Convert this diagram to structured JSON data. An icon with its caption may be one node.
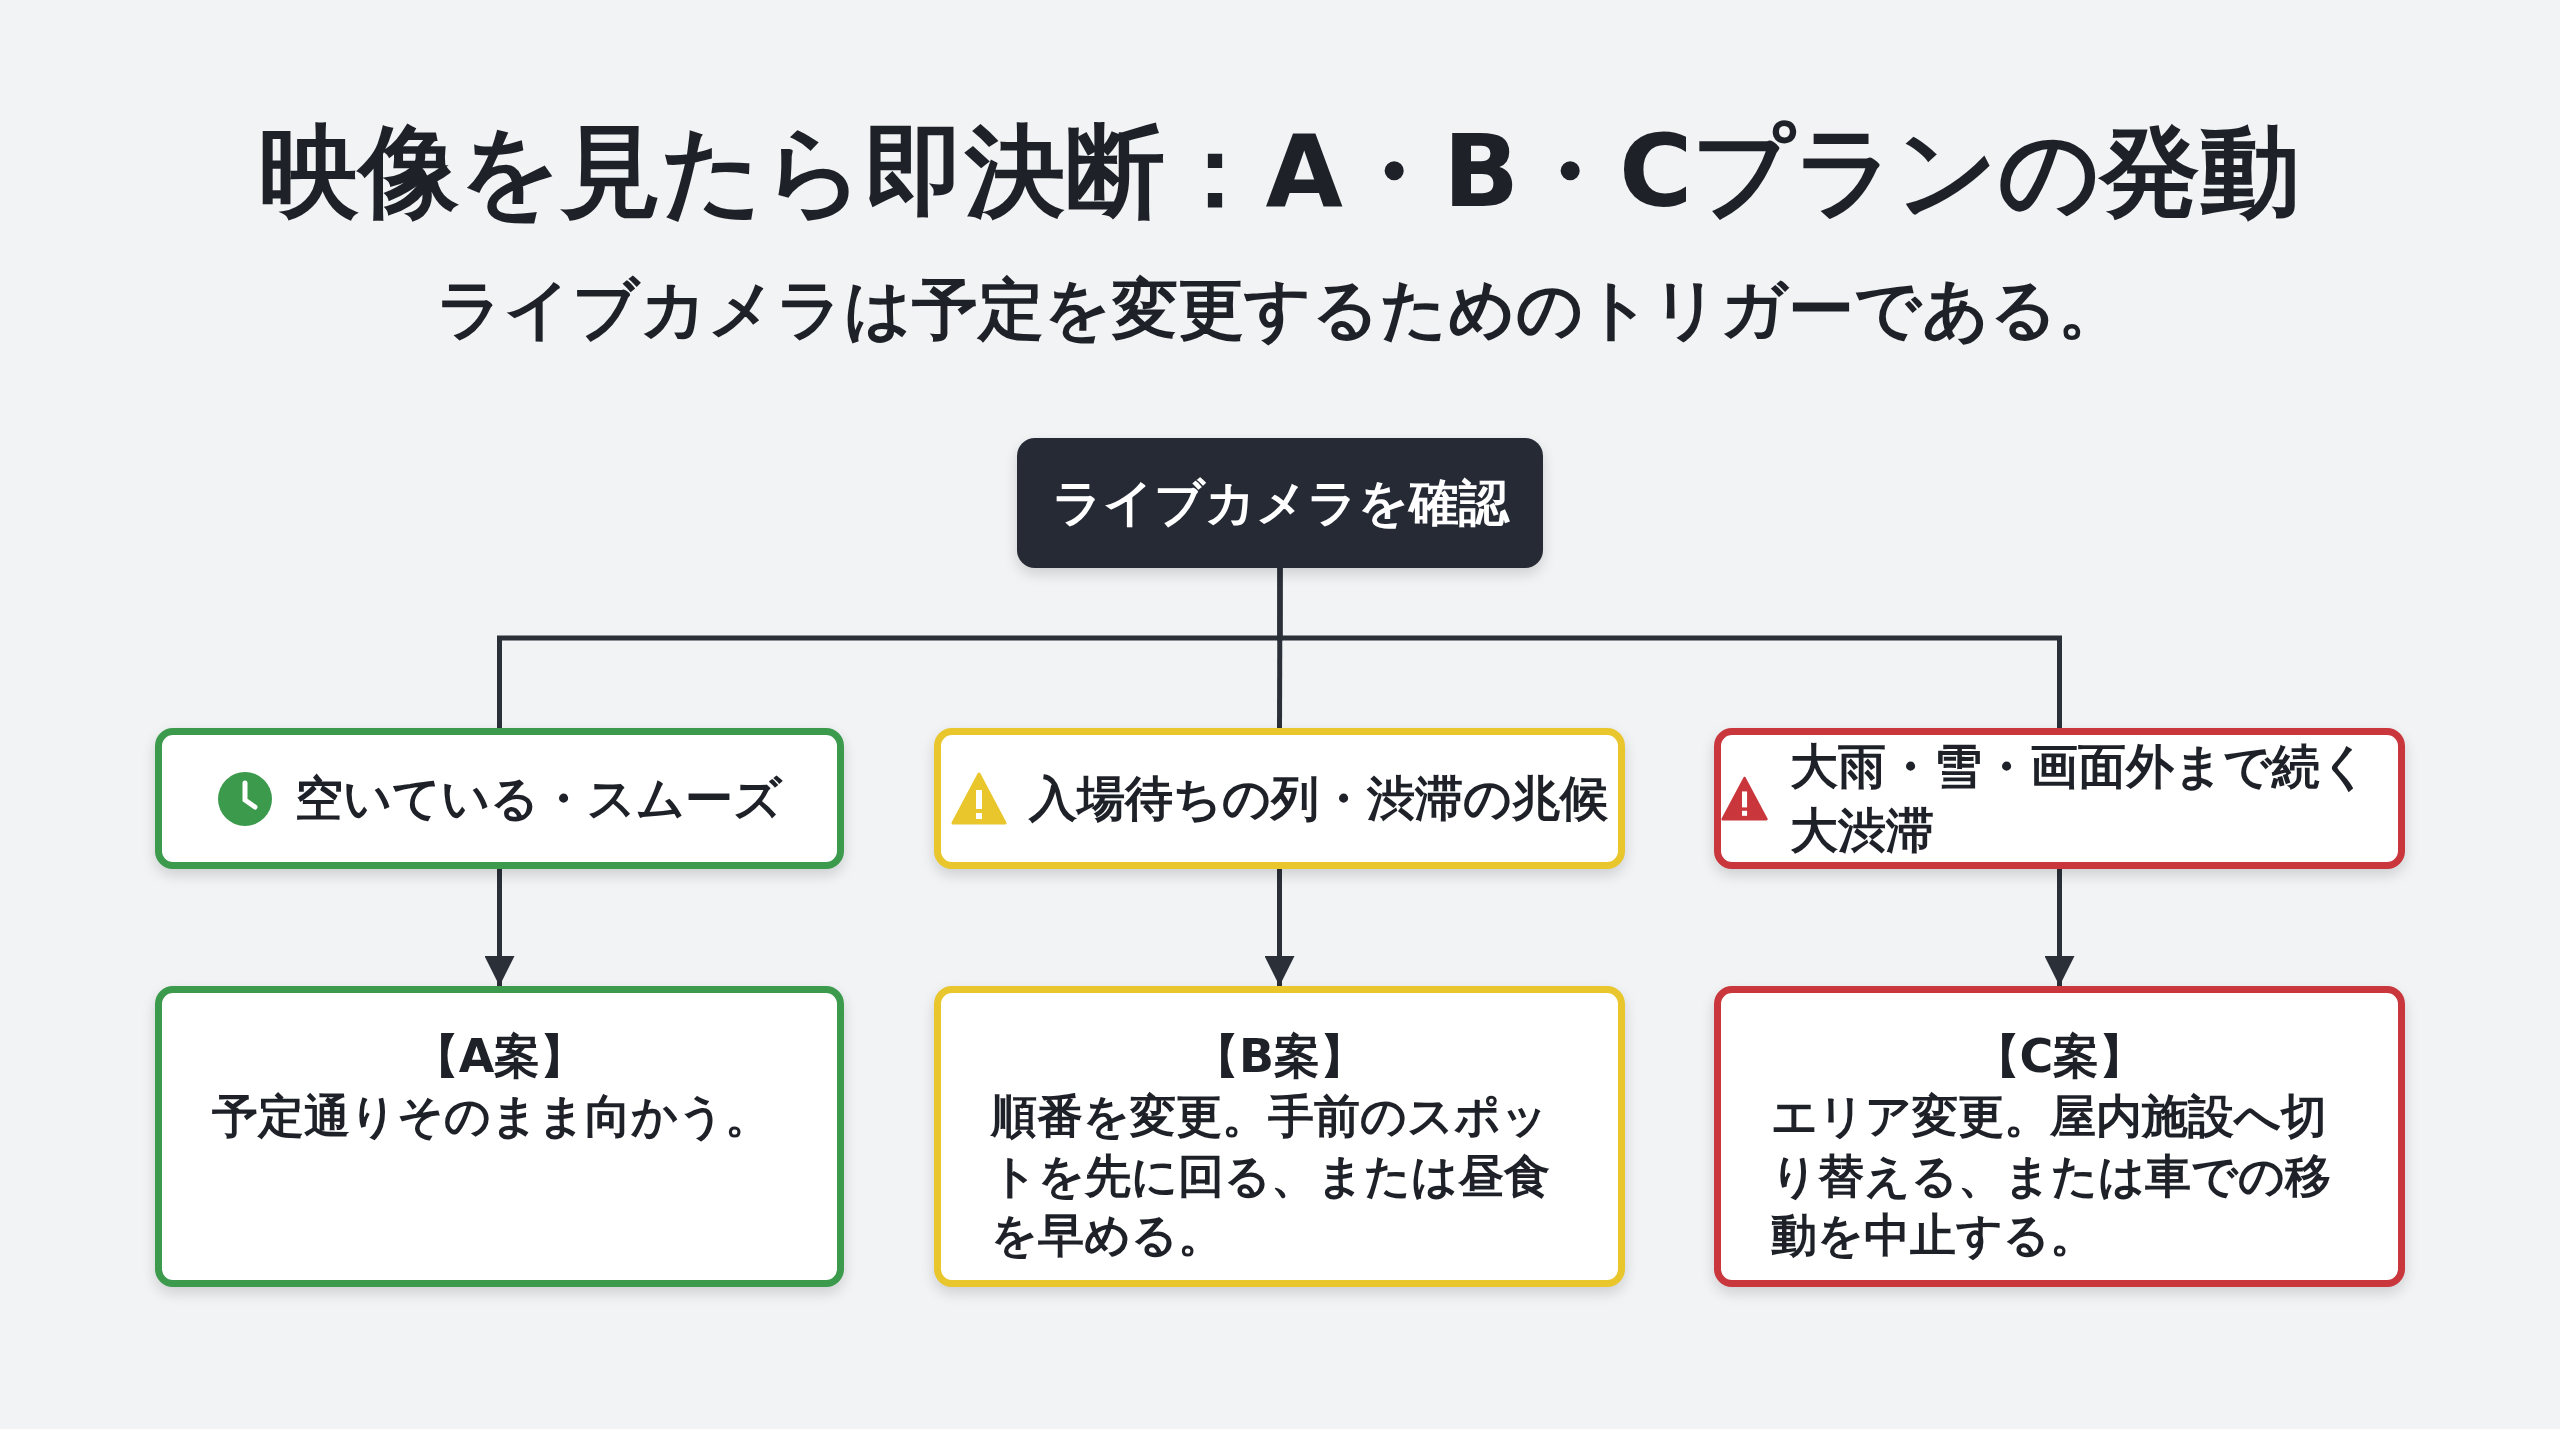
{
  "diagram": {
    "title": "映像を見たら即決断：A・B・Cプランの発動",
    "caption": "ライブカメラは予定を変更するためのトリガーである。",
    "nodes": [
      {
        "text": [
          "ライブカメラを確認"
        ]
      },
      {
        "text": [
          "空いている・スムーズ"
        ]
      },
      {
        "text": [
          "入場待ちの列・渋滞の兆候"
        ]
      },
      {
        "text": [
          "大雨・雪・画面外まで続く大渋滞"
        ]
      },
      {
        "text": [
          "【A案】",
          "予定通りそのまま向かう。"
        ]
      },
      {
        "text": [
          "【B案】",
          "順番を変更。手前のスポットを先に回る、または昼食を早める。"
        ]
      },
      {
        "text": [
          "【C案】",
          "エリア変更。屋内施設へ切り替える、または車での移動を中止する。"
        ]
      }
    ],
    "edges": [
      {
        "from": 0,
        "to": 1,
        "arrow": "none"
      },
      {
        "from": 0,
        "to": 2,
        "arrow": "none"
      },
      {
        "from": 0,
        "to": 3,
        "arrow": "none"
      },
      {
        "from": 1,
        "to": 4,
        "arrow": "to"
      },
      {
        "from": 2,
        "to": 5,
        "arrow": "to"
      },
      {
        "from": 3,
        "to": 6,
        "arrow": "to"
      }
    ]
  }
}
